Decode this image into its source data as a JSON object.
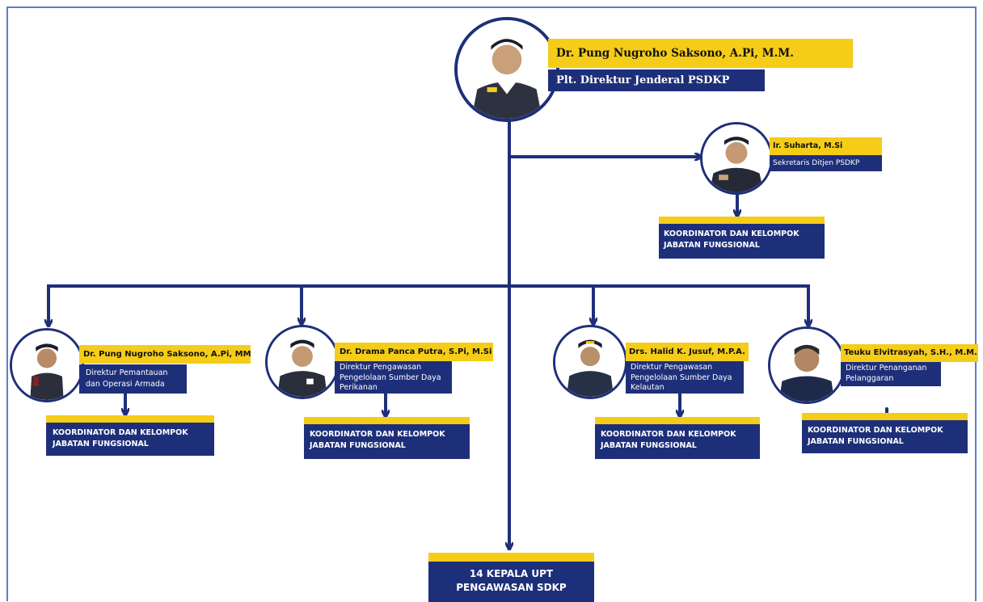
{
  "colors": {
    "navy": "#1e2f7a",
    "yellow": "#f5cc18",
    "frame": "#5b7fc7"
  },
  "director_general": {
    "name": "Dr. Pung Nugroho Saksono, A.Pi, M.M.",
    "title": "Plt. Direktur Jenderal PSDKP",
    "photo_icon": "officer-portrait"
  },
  "secretary": {
    "name": "Ir. Suharta, M.Si",
    "title": "Sekretaris Ditjen PSDKP",
    "group": "KOORDINATOR DAN KELOMPOK\nJABATAN FUNGSIONAL"
  },
  "directors": [
    {
      "name": "Dr. Pung Nugroho Saksono, A.Pi, MM",
      "title": "Direktur Pemantauan\ndan Operasi Armada",
      "group": "KOORDINATOR DAN KELOMPOK\nJABATAN FUNGSIONAL"
    },
    {
      "name": "Dr. Drama Panca Putra, S.Pi, M.Si",
      "title": "Direktur Pengawasan\nPengelolaan Sumber Daya\nPerikanan",
      "group": "KOORDINATOR DAN KELOMPOK\nJABATAN FUNGSIONAL"
    },
    {
      "name": "Drs. Halid K. Jusuf, M.P.A.",
      "title": "Direktur Pengawasan\nPengelolaan Sumber Daya\nKelautan",
      "group": "KOORDINATOR DAN KELOMPOK\nJABATAN FUNGSIONAL"
    },
    {
      "name": "Teuku Elvitrasyah, S.H., M.M.",
      "title": "Direktur Penanganan\nPelanggaran",
      "group": "KOORDINATOR DAN KELOMPOK\nJABATAN FUNGSIONAL"
    }
  ],
  "upt": {
    "label": "14 KEPALA UPT\nPENGAWASAN SDKP"
  }
}
